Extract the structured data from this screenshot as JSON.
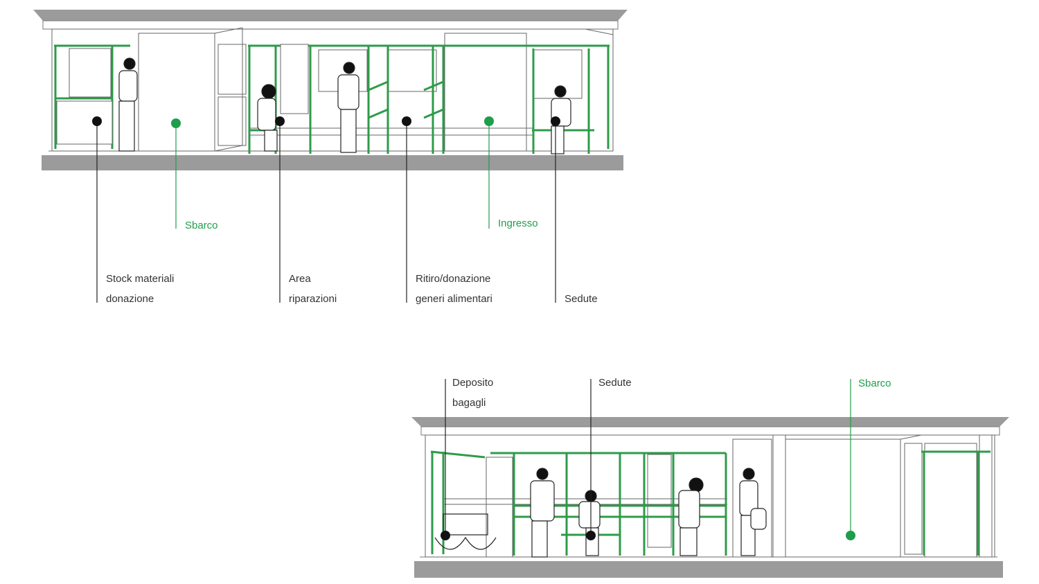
{
  "colors": {
    "roof": "#9b9b9b",
    "floor": "#9b9b9b",
    "line": "#444444",
    "frame": "#2e9b4a",
    "dot_dark": "#111111",
    "dot_green": "#1e9e4a",
    "text_dark": "#333333",
    "text_green": "#1e9e4a"
  },
  "section_top": {
    "labels": [
      {
        "lines": [
          "Sbarco"
        ],
        "color": "green"
      },
      {
        "lines": [
          "Ingresso"
        ],
        "color": "green"
      },
      {
        "lines": [
          "Stock materiali",
          "donazione"
        ],
        "color": "dark"
      },
      {
        "lines": [
          "Area",
          "riparazioni"
        ],
        "color": "dark"
      },
      {
        "lines": [
          "Ritiro/donazione",
          "generi alimentari"
        ],
        "color": "dark"
      },
      {
        "lines": [
          "Sedute"
        ],
        "color": "dark"
      }
    ]
  },
  "section_bottom": {
    "labels": [
      {
        "lines": [
          "Deposito",
          "bagagli"
        ],
        "color": "dark"
      },
      {
        "lines": [
          "Sedute"
        ],
        "color": "dark"
      },
      {
        "lines": [
          "Sbarco"
        ],
        "color": "green"
      }
    ]
  }
}
